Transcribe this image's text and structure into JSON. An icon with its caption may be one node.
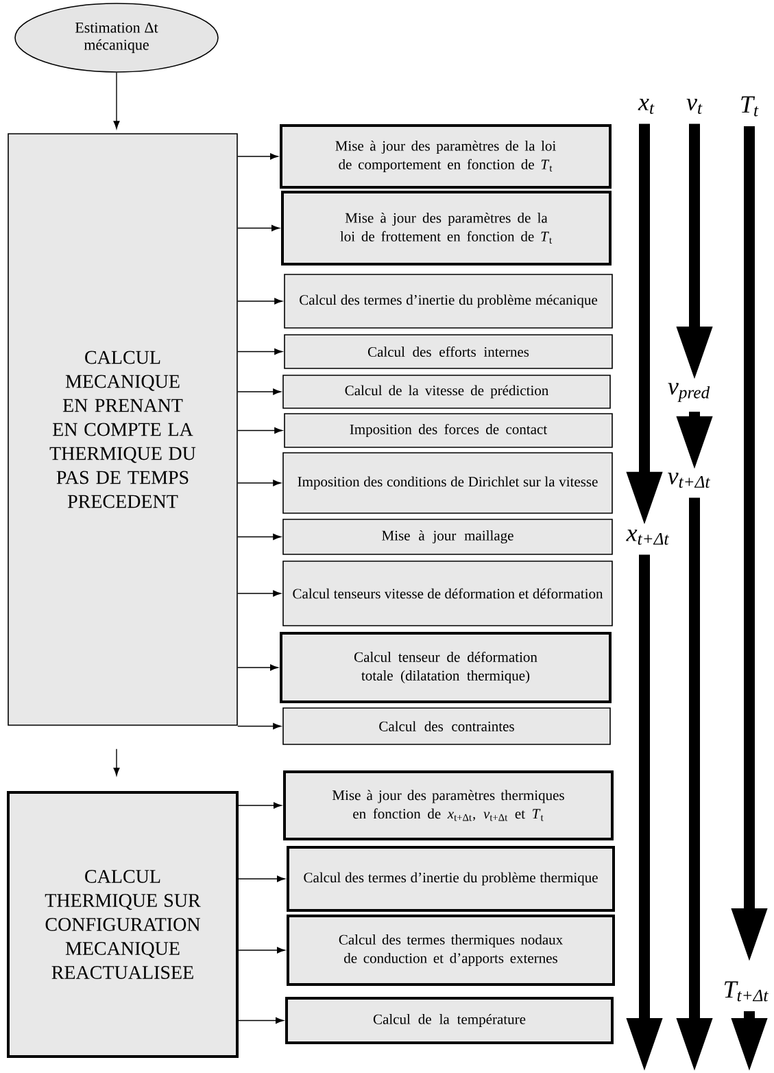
{
  "diagram": {
    "nodes": [
      {
        "text": [
          "Estimation Δt mécanique"
        ]
      },
      {
        "text": [
          "CALCUL MECANIQUE EN PRENANT EN COMPTE LA THERMIQUE DU PAS DE TEMPS PRECEDENT"
        ]
      },
      {
        "text": [
          "Mise à jour des paramètres de la loi de comportement en fonction de *T*$_{t}$"
        ]
      },
      {
        "text": [
          "Mise à jour des paramètres de la loi de frottement en fonction de *T*$_{t}$"
        ]
      },
      {
        "text": [
          "Calcul des termes d’inertie du problème mécanique"
        ]
      },
      {
        "text": [
          "Calcul des efforts internes"
        ]
      },
      {
        "text": [
          "Calcul de la vitesse de prédiction"
        ]
      },
      {
        "text": [
          "Imposition des forces de contact"
        ]
      },
      {
        "text": [
          "Imposition des conditions de Dirichlet sur la vitesse"
        ]
      },
      {
        "text": [
          "Mise à jour maillage"
        ]
      },
      {
        "text": [
          "Calcul tenseurs vitesse de déformation et déformation"
        ]
      },
      {
        "text": [
          "Calcul tenseur de déformation totale (dilatation thermique)"
        ]
      },
      {
        "text": [
          "Calcul des contraintes"
        ]
      },
      {
        "text": [
          "CALCUL THERMIQUE SUR CONFIGURATION MECANIQUE REACTUALISEE"
        ]
      },
      {
        "text": [
          "Mise à jour des paramètres thermiques en fonction de *x*$_{t+Δt}$, *v*$_{t+Δt}$ et *T*$_{t}$"
        ]
      },
      {
        "text": [
          "Calcul des termes d’inertie du problème thermique"
        ]
      },
      {
        "text": [
          "Calcul des termes thermiques nodaux de conduction et d’apports externes"
        ]
      },
      {
        "text": [
          "Calcul de la température"
        ]
      },
      {
        "text": [
          "x$_{t}$"
        ]
      },
      {
        "text": [
          "v$_{t}$"
        ]
      },
      {
        "text": [
          "T$_{t}$"
        ]
      },
      {
        "text": [
          "v$_{pred}$"
        ]
      },
      {
        "text": [
          "v$_{t+Δt}$"
        ]
      },
      {
        "text": [
          "x$_{t+Δt}$"
        ]
      },
      {
        "text": [
          "T$_{t+Δt}$"
        ]
      }
    ],
    "edges": [
      {
        "from": 0,
        "to": 1,
        "arrow": "to"
      },
      {
        "from": 1,
        "to": 2,
        "arrow": "to"
      },
      {
        "from": 1,
        "to": 3,
        "arrow": "to"
      },
      {
        "from": 1,
        "to": 4,
        "arrow": "to"
      },
      {
        "from": 1,
        "to": 5,
        "arrow": "to"
      },
      {
        "from": 1,
        "to": 6,
        "arrow": "to"
      },
      {
        "from": 1,
        "to": 7,
        "arrow": "to"
      },
      {
        "from": 1,
        "to": 8,
        "arrow": "to"
      },
      {
        "from": 1,
        "to": 9,
        "arrow": "to"
      },
      {
        "from": 1,
        "to": 10,
        "arrow": "to"
      },
      {
        "from": 1,
        "to": 11,
        "arrow": "to"
      },
      {
        "from": 1,
        "to": 12,
        "arrow": "to"
      },
      {
        "from": 1,
        "to": 13,
        "arrow": "to"
      },
      {
        "from": 13,
        "to": 14,
        "arrow": "to"
      },
      {
        "from": 13,
        "to": 15,
        "arrow": "to"
      },
      {
        "from": 13,
        "to": 16,
        "arrow": "to"
      },
      {
        "from": 13,
        "to": 17,
        "arrow": "to"
      },
      {
        "from": 18,
        "to": 23,
        "arrow": "to",
        "style": "thick"
      },
      {
        "from": 23,
        "to": null,
        "arrow": "to",
        "style": "thick"
      },
      {
        "from": 19,
        "to": 21,
        "arrow": "to",
        "style": "thick"
      },
      {
        "from": 21,
        "to": 22,
        "arrow": "to",
        "style": "thick"
      },
      {
        "from": 22,
        "to": null,
        "arrow": "to",
        "style": "thick"
      },
      {
        "from": 20,
        "to": 24,
        "arrow": "to",
        "style": "thick"
      },
      {
        "from": 24,
        "to": null,
        "arrow": "to",
        "style": "thick"
      }
    ]
  }
}
